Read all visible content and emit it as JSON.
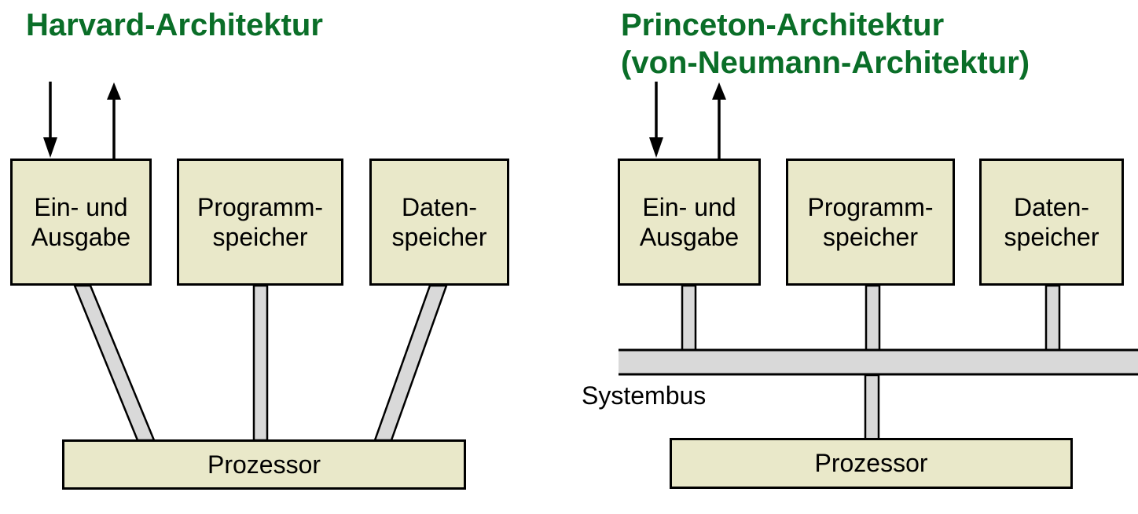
{
  "colors": {
    "title_green": "#0a6e28",
    "box_fill": "#e9e8c9",
    "connector_gray": "#d9d9d9",
    "line_black": "#000000"
  },
  "left_diagram": {
    "title": "Harvard-Architektur",
    "io_box": "Ein- und\nAusgabe",
    "program_box": "Programm-\nspeicher",
    "data_box": "Daten-\nspeicher",
    "processor_box": "Prozessor"
  },
  "right_diagram": {
    "title_line1": "Princeton-Architektur",
    "title_line2": "(von-Neumann-Architektur)",
    "io_box": "Ein- und\nAusgabe",
    "program_box": "Programm-\nspeicher",
    "data_box": "Daten-\nspeicher",
    "bus_label": "Systembus",
    "processor_box": "Prozessor"
  }
}
